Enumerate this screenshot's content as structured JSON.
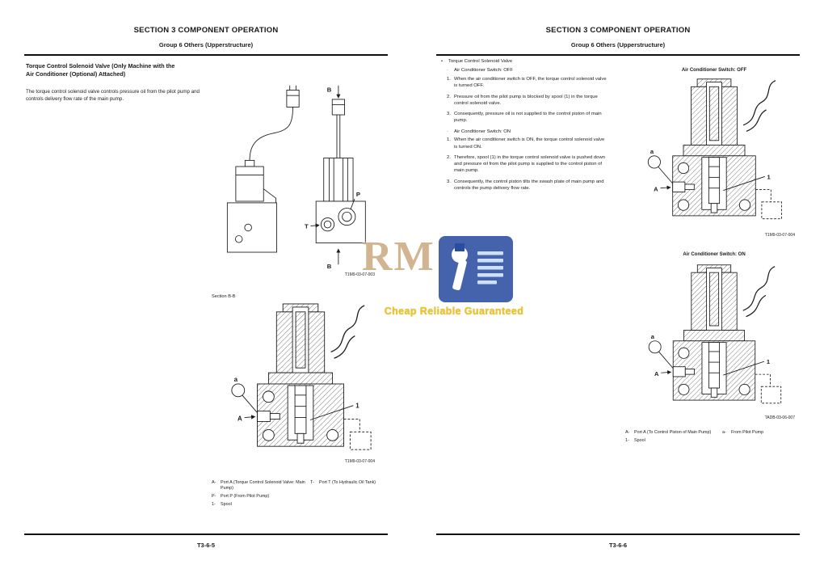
{
  "watermark": {
    "letter_r": "R",
    "letter_m": "M",
    "tagline": "Cheap Reliable Guaranteed",
    "colors": {
      "box_blue": "#2b4da0",
      "letters_tan": "#c9a87e",
      "tagline_yellow": "#eec51f"
    }
  },
  "bullets": {
    "main": "•",
    "sub": "·"
  },
  "left_page": {
    "header_title": "SECTION 3 COMPONENT OPERATION",
    "header_subtitle": "Group 6 Others (Upperstructure)",
    "heading": "Torque Control Solenoid Valve (Only Machine with the Air Conditioner (Optional) Attached)",
    "body": "The torque control solenoid valve controls pressure oil from the pilot pump and controls delivery flow rate of the main pump.",
    "fig1": {
      "caption": "T1M9-03-07-003",
      "labels": {
        "b_top": "B",
        "b_bottom": "B",
        "p": "P",
        "t": "T"
      }
    },
    "section_label": "Section B-B",
    "fig2": {
      "caption": "T1M9-03-07-004",
      "labels": {
        "a": "a",
        "A": "A",
        "one": "1"
      }
    },
    "legend_col1": [
      {
        "key": "A-",
        "text": "Port A (Torque Control Solenoid Valve: Main Pump)"
      },
      {
        "key": "P-",
        "text": "Port P (From Pilot Pump)"
      },
      {
        "key": "1-",
        "text": "Spool"
      }
    ],
    "legend_col2": [
      {
        "key": "T-",
        "text": "Port T (To Hydraulic Oil Tank)"
      }
    ],
    "footer": "T3-6-5"
  },
  "right_page": {
    "header_title": "SECTION 3 COMPONENT OPERATION",
    "header_subtitle": "Group 6 Others (Upperstructure)",
    "bullet_title": "Torque Control Solenoid Valve",
    "sub_off": "Air Conditioner Switch: OFF",
    "off_items": [
      {
        "num": "1.",
        "text": "When the air conditioner switch is OFF, the torque control solenoid valve is turned OFF."
      },
      {
        "num": "2.",
        "text": "Pressure oil from the pilot pump is blocked by spool (1) in the torque control solenoid valve."
      },
      {
        "num": "3.",
        "text": "Consequently, pressure oil is not supplied to the control piston of main pump."
      }
    ],
    "sub_on": "Air Conditioner Switch: ON",
    "on_items": [
      {
        "num": "1.",
        "text": "When the air conditioner switch is ON, the torque control solenoid valve is turned ON."
      },
      {
        "num": "2.",
        "text": "Therefore, spool (1) in the torque control solenoid valve is pushed down and pressure oil from the pilot pump is supplied to the control piston of main pump."
      },
      {
        "num": "3.",
        "text": "Consequently, the control piston tilts the swash plate of main pump and controls the pump delivery flow rate."
      }
    ],
    "fig_off": {
      "title": "Air Conditioner Switch: OFF",
      "caption": "T1M9-03-07-004",
      "labels": {
        "a": "a",
        "A": "A",
        "one": "1"
      }
    },
    "fig_on": {
      "title": "Air Conditioner Switch: ON",
      "caption": "TADB-03-06-007",
      "labels": {
        "a": "a",
        "A": "A",
        "one": "1"
      }
    },
    "legend_col1": [
      {
        "key": "A-",
        "text": "Port A (To Control Piston of Main Pump)"
      },
      {
        "key": "1-",
        "text": "Spool"
      }
    ],
    "legend_col2": [
      {
        "key": "a-",
        "text": "From Pilot Pump"
      }
    ],
    "footer": "T3-6-6"
  }
}
